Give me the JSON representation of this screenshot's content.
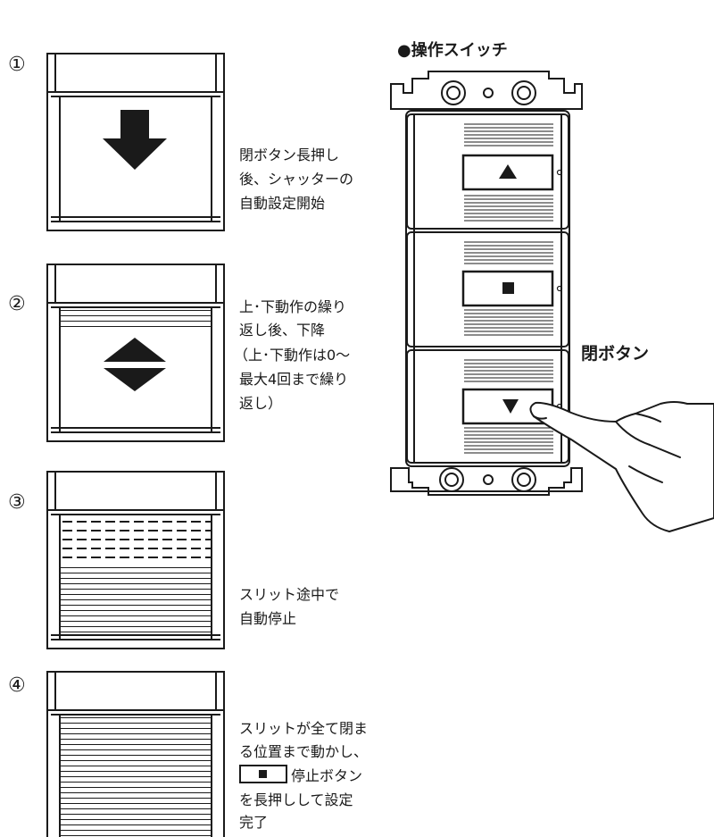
{
  "steps": [
    {
      "num": "①",
      "lines": [
        "閉ボタン長押し",
        "後、シャッターの",
        "自動設定開始"
      ]
    },
    {
      "num": "②",
      "lines": [
        "上･下動作の繰り",
        "返し後、下降",
        "（上･下動作は0〜",
        "最大4回まで繰り",
        "返し）"
      ]
    },
    {
      "num": "③",
      "lines": [
        "スリット途中で",
        "自動停止"
      ]
    },
    {
      "num": "④",
      "lines": [
        "スリットが全て閉ま",
        "る位置まで動かし、",
        "停止ボタン",
        "を長押しして設定",
        "完了"
      ]
    }
  ],
  "switch": {
    "title": "●操作スイッチ",
    "close_button_label": "閉ボタン",
    "buttons": [
      "up",
      "stop",
      "down"
    ]
  }
}
